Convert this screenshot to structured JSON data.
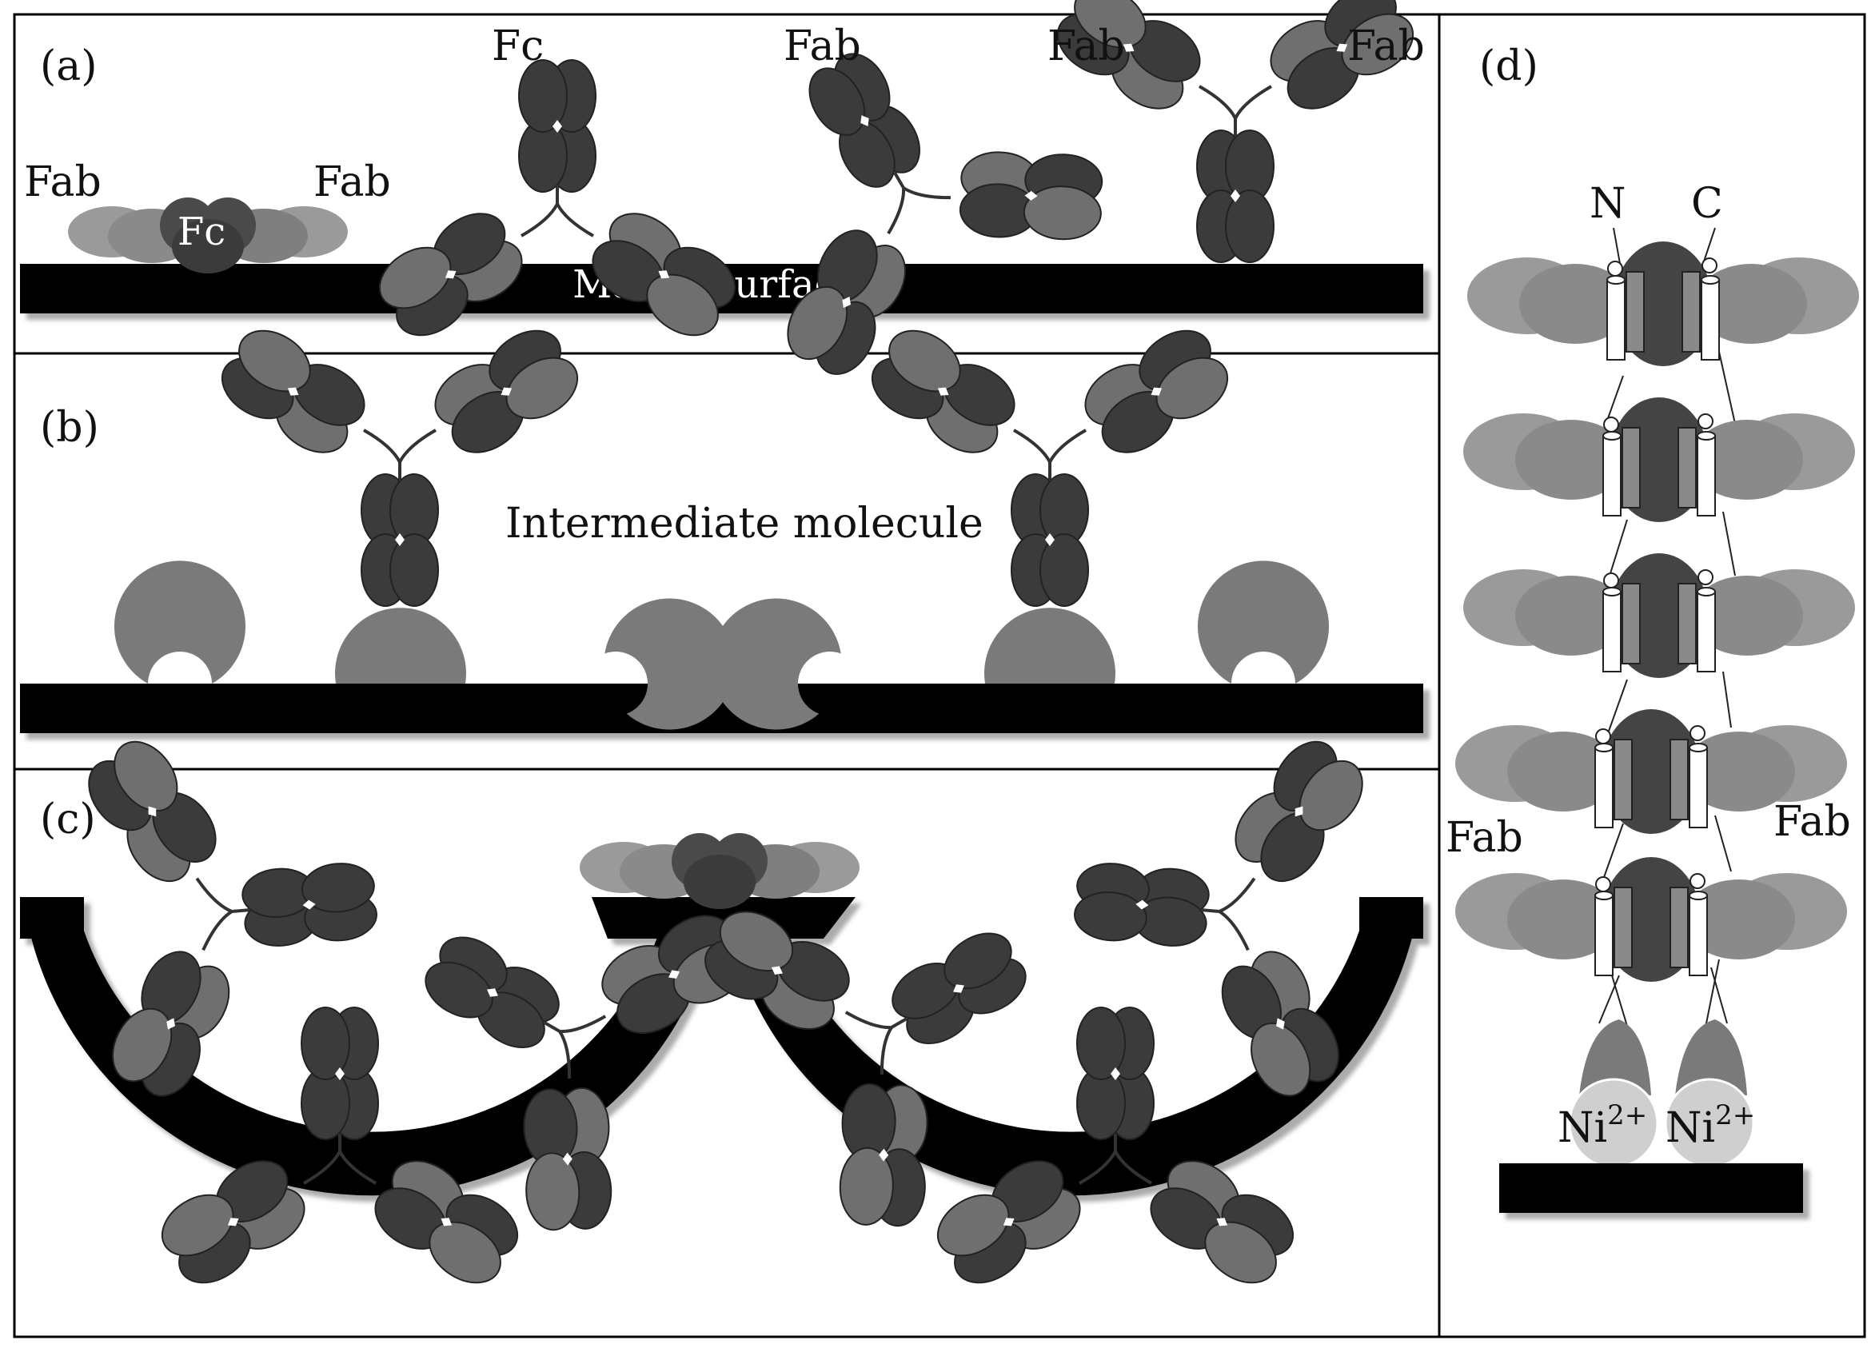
{
  "panels": {
    "a": {
      "label": "(a)",
      "fab_flat_left": "Fab",
      "fab_flat_right": "Fab",
      "fc_flat": "Fc",
      "fc_top": "Fc",
      "fab_top": "Fab",
      "fab_up_left": "Fab",
      "fab_up_right": "Fab",
      "surface": "Matrix surface"
    },
    "b": {
      "label": "(b)",
      "intermediate": "Intermediate molecule"
    },
    "c": {
      "label": "(c)"
    },
    "d": {
      "label": "(d)",
      "n_term": "N",
      "c_term": "C",
      "fab_left": "Fab",
      "fab_right": "Fab",
      "ni_base": "Ni",
      "ni_charge": "2+"
    }
  },
  "colors": {
    "dark_domain": "#3b3b3b",
    "mid_domain": "#6f6f6f",
    "light_domain": "#9a9a9a",
    "receptor": "#7a7a7a",
    "surface": "#000000"
  }
}
